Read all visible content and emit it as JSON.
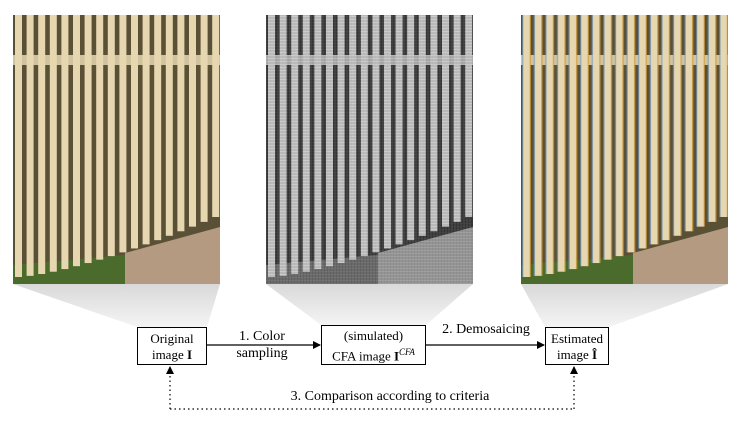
{
  "images": {
    "original": {
      "caption": ""
    },
    "cfa": {
      "caption": ""
    },
    "estimated": {
      "caption": ""
    }
  },
  "boxes": {
    "original": {
      "line1": "Original",
      "line2_text": "image ",
      "line2_symbol": "I"
    },
    "cfa": {
      "line1": "(simulated)",
      "line2_text": "CFA image ",
      "line2_symbol": "I",
      "line2_sup": "CFA"
    },
    "estimated": {
      "line1": "Estimated",
      "line2_text": "image ",
      "line2_symbol": "Î"
    }
  },
  "steps": {
    "sampling_line1": "1. Color",
    "sampling_line2": "sampling",
    "demosaicing": "2. Demosaicing",
    "comparison": "3. Comparison according to criteria"
  },
  "colors": {
    "fence_board": "#e6d7b0",
    "fence_shadow": "#5a5036",
    "grass": "#4b6b2c",
    "pavement": "#b49a80",
    "funnel": "#e5e5e5"
  }
}
